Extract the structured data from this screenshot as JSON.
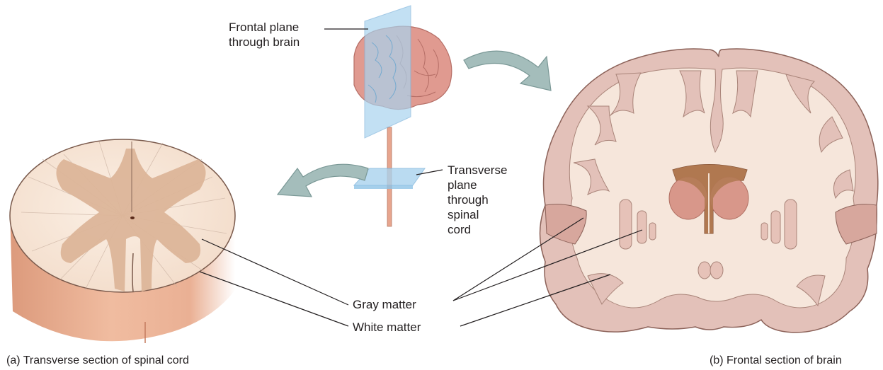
{
  "labels": {
    "frontal_plane_line1": "Frontal plane",
    "frontal_plane_line2": "through brain",
    "transverse_plane": [
      "Transverse",
      "plane",
      "through",
      "spinal",
      "cord"
    ],
    "gray_matter": "Gray matter",
    "white_matter": "White matter"
  },
  "captions": {
    "a": "(a) Transverse section of spinal cord",
    "b": "(b) Frontal section of brain"
  },
  "colors": {
    "white_matter": "#f7e6d9",
    "gray_matter": "#d9b399",
    "brain_cortex": "#e3c1b9",
    "brain_outline": "#9a7068",
    "cord_side": "#e8a98a",
    "plane_blue": "#a9d3ee",
    "arrow_fill": "#a4bdbb",
    "brain_lobe": "#e29a90",
    "basal_nuclei": "#b07850",
    "leader_line": "#231f20"
  }
}
